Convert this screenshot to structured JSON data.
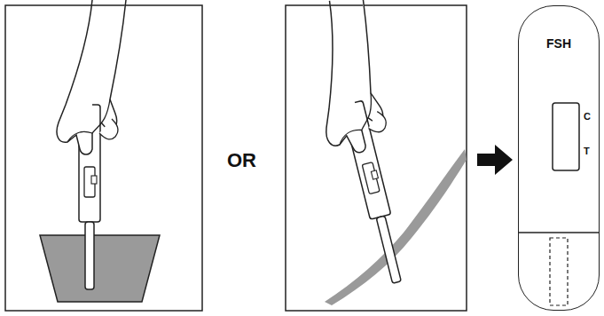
{
  "diagram": {
    "nodes": [
      {
        "text": [
          "FSH"
        ]
      }
    ],
    "labels": [
      "OR",
      "C",
      "T"
    ]
  }
}
